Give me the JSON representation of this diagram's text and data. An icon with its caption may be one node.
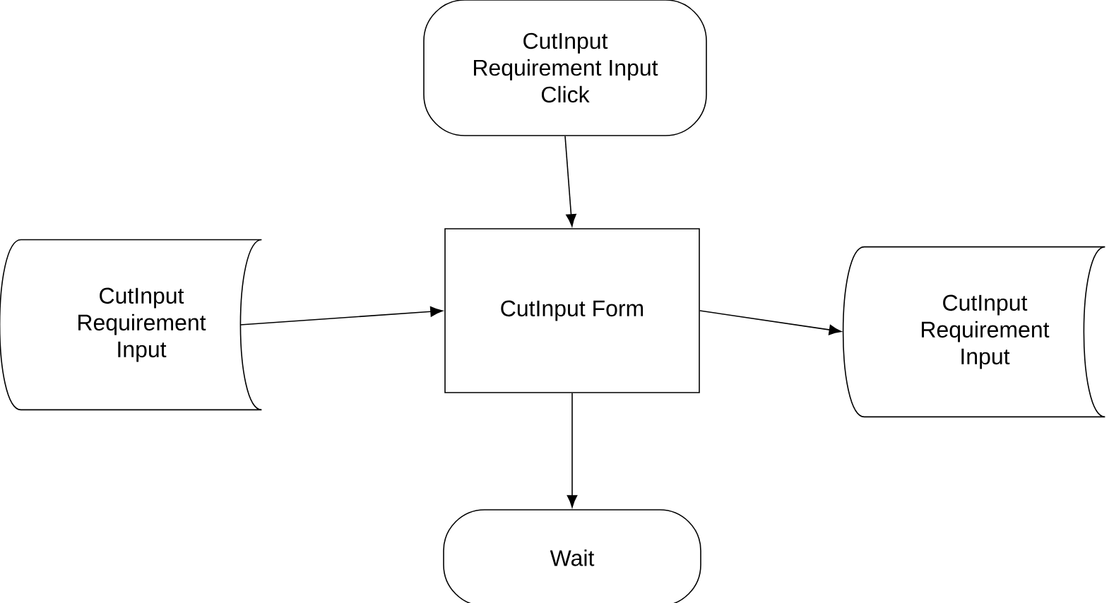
{
  "diagram": {
    "nodes": [
      {
        "text": [
          "CutInput Requirement Input Click"
        ]
      },
      {
        "text": [
          "CutInput Requirement Input"
        ]
      },
      {
        "text": [
          "CutInput Form"
        ]
      },
      {
        "text": [
          "CutInput Requirement Input"
        ]
      },
      {
        "text": [
          "Wait"
        ]
      }
    ],
    "edges": [
      {
        "from": 0,
        "to": 2,
        "arrow": "to"
      },
      {
        "from": 1,
        "to": 2,
        "arrow": "to"
      },
      {
        "from": 2,
        "to": 3,
        "arrow": "to"
      },
      {
        "from": 2,
        "to": 4,
        "arrow": "to"
      }
    ]
  }
}
